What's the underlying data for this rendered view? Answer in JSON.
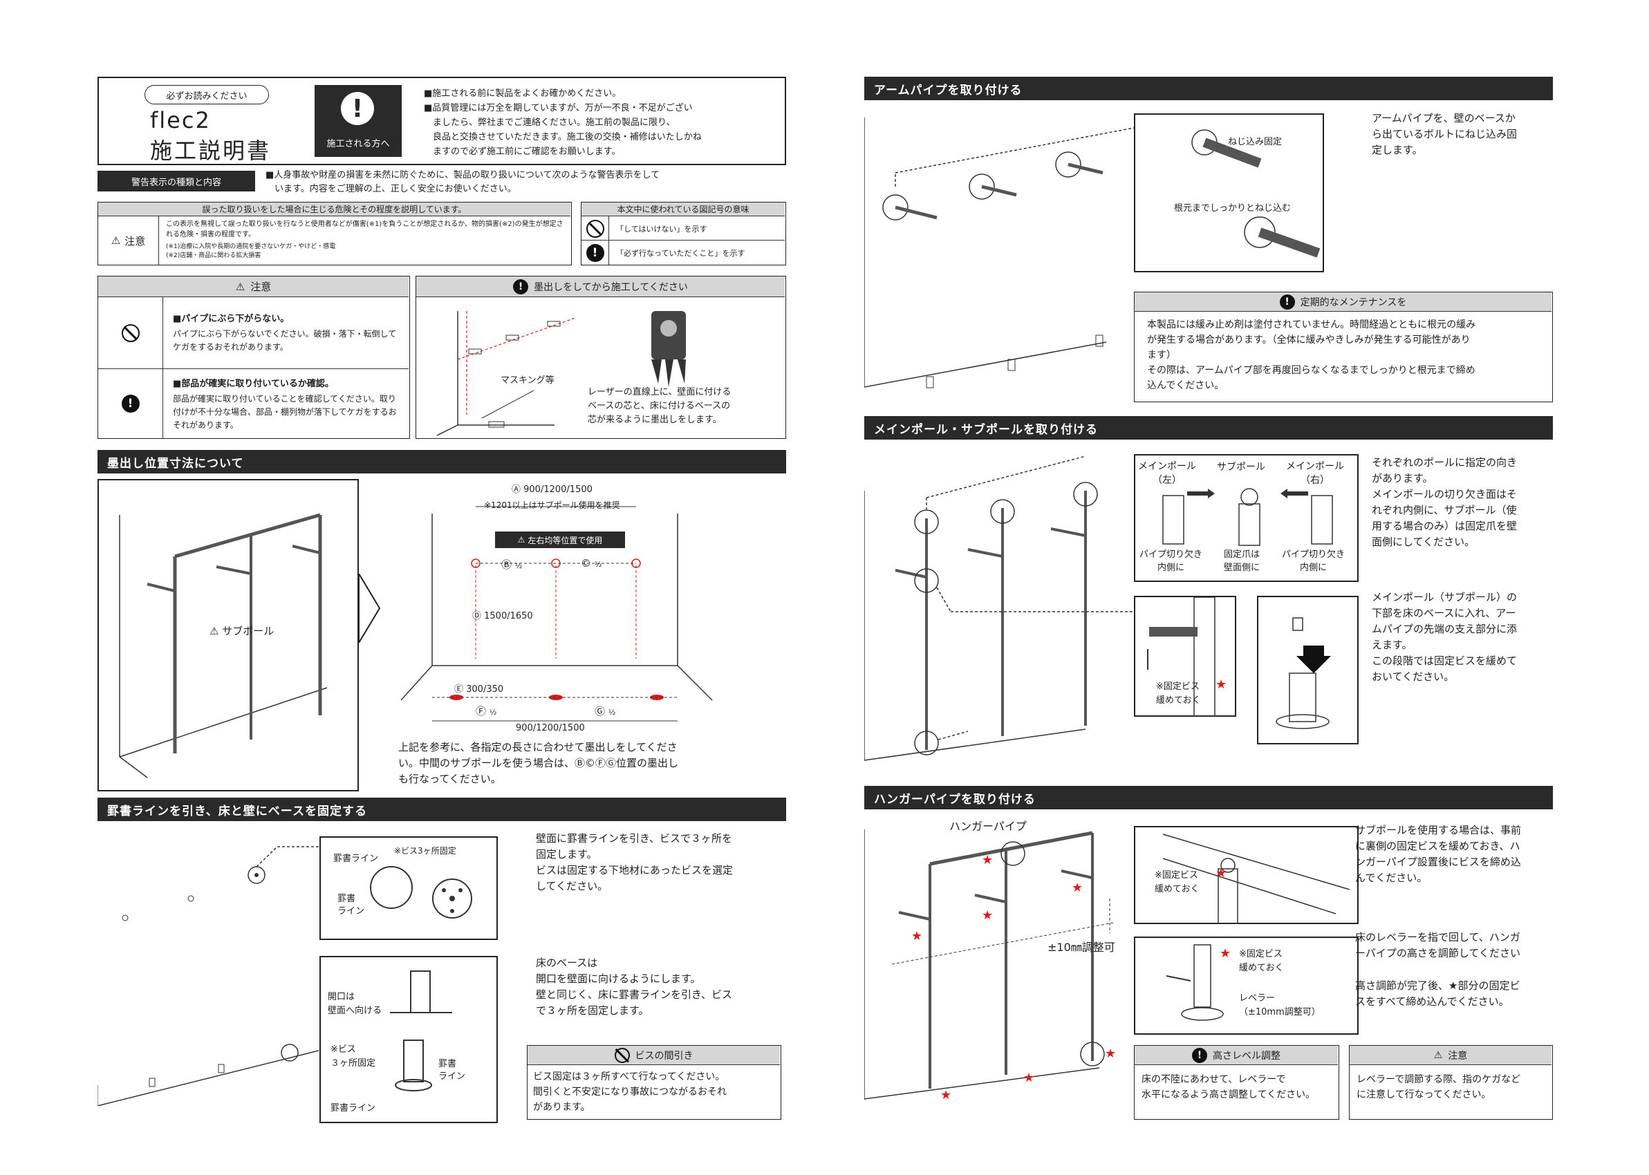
{
  "header": {
    "must_read": "必ずお読みください",
    "product": "flec2",
    "doc_title": "施工説明書",
    "installer_badge": "施工される方へ",
    "intro": "■施工される前に製品をよくお確かめください。\n■品質管理には万全を期していますが、万が一不良・不足がござい\n　ましたら、弊社までご連絡ください。施工前の製品に限り、\n　良品と交換させていただきます。施工後の交換・補修はいたしかね\n　ますので必ず施工前にご確認をお願いします。"
  },
  "warning_types": {
    "label": "警告表示の種類と内容",
    "text": "■人身事故や財産の損害を未然に防ぐために、製品の取り扱いについて次のような警告表示をして\n　います。内容をご理解の上、正しく安全にお使いください。"
  },
  "danger_table": {
    "header": "誤った取り扱いをした場合に生じる危険とその程度を説明しています。",
    "label": "注意",
    "desc": "この表示を無視して誤った取り扱いを行なうと使用者などが傷害(※1)を負うことが想定されるか、物的損害(※2)の発生が想定される危険・損害の程度です。",
    "note1": "(※1)治療に入院や長期の通院を要さないケガ・やけど・感電",
    "note2": "(※2)店舗・商品に関わる拡大損害"
  },
  "symbols_table": {
    "header": "本文中に使われている図記号の意味",
    "prohibit": "「してはいけない」を示す",
    "mandatory": "「必ず行なっていただくこと」を示す"
  },
  "caution_box": {
    "header": "注意",
    "item1_title": "■パイプにぶら下がらない。",
    "item1_body": "パイプにぶら下がらないでください。破損・落下・転倒してケガをするおそれがあります。",
    "item2_title": "■部品が確実に取り付いているか確認。",
    "item2_body": "部品が確実に取り付いていることを確認してください。取り付けが不十分な場合、部品・棚列物が落下してケガをするおそれがあります。"
  },
  "marking_box": {
    "header": "墨出しをしてから施工してください",
    "masking": "マスキング等",
    "desc": "レーザーの直線上に、壁面に付ける\nベースの芯と、床に付けるベースの\n芯が来るように墨出しをします。"
  },
  "dims_section": {
    "title": "墨出し位置寸法について",
    "sub_pole": "サブポール",
    "dim_a": "900/1200/1500",
    "note_1201": "※1201以上はサブポール使用を推奨",
    "equal_pos": "左右均等位置で使用",
    "dim_d": "1500/1650",
    "dim_e": "300/350",
    "dim_fg": "900/1200/1500",
    "half": "1",
    "half_den": "2",
    "desc": "上記を参考に、各指定の長さに合わせて墨出しをしてくださ\nい。中間のサブポールを使う場合は、Ⓑ©ⒻⒼ位置の墨出し\nも行なってください。",
    "letters": [
      "A",
      "B",
      "C",
      "D",
      "E",
      "F",
      "G"
    ]
  },
  "base_section": {
    "title": "罫書ラインを引き、床と壁にベースを固定する",
    "scribe_line": "罫書ライン",
    "screws3": "※ビス3ヶ所固定",
    "scribe_line2": "罫書\nライン",
    "wall_text": "壁面に罫書ラインを引き、ビスで３ヶ所を\n固定します。\nビスは固定する下地材にあったビスを選定\nしてください。",
    "opening": "開口は\n壁面へ向ける",
    "screws3b": "※ビス\n３ヶ所固定",
    "scribe_line3": "罫書\nライン",
    "scribe_line4": "罫書ライン",
    "floor_text": "床のベースは\n開口を壁面に向けるようにします。\n壁と同じく、床に罫書ラインを引き、ビス\nで３ヶ所を固定します。",
    "no_skip_header": "ビスの間引き",
    "no_skip_text": "ビス固定は３ヶ所すべて行なってください。\n間引くと不安定になり事故につながるおそれ\nがあります。"
  },
  "arm_section": {
    "title": "アームパイプを取り付ける",
    "screw_in": "ねじ込み固定",
    "screw_root": "根元までしっかりとねじ込む",
    "text": "アームパイプを、壁のベースか\nら出ているボルトにねじ込み固\n定します。",
    "maint_header": "定期的なメンテナンスを",
    "maint_text": "本製品には緩み止め剤は塗付されていません。時間経過とともに根元の緩み\nが発生する場合があります。（全体に緩みやきしみが発生する可能性があり\nます）\nその際は、アームパイプ部を再度回らなくなるまでしっかりと根元まで締め\n込んでください。"
  },
  "pole_section": {
    "title": "メインポール・サブポールを取り付ける",
    "main_left": "メインポール\n（左）",
    "sub_pole": "サブポール",
    "main_right": "メインポール\n（右）",
    "notch_in": "パイプ切り欠き\n内側に",
    "claw_wall": "固定爪は\n壁面側に",
    "notch_in2": "パイプ切り欠き\n内側に",
    "text1": "それぞれのポールに指定の向き\nがあります。\nメインポールの切り欠き面はそ\nれぞれ内側に、サブポール（使\n用する場合のみ）は固定爪を壁\n面側にしてください。",
    "loosen": "※固定ビス\n緩めておく",
    "text2": "メインポール（サブポール）の\n下部を床のベースに入れ、アー\nムパイプの先端の支え部分に添\nえます。\nこの段階では固定ビスを緩めて\nおいてください。"
  },
  "hanger_section": {
    "title": "ハンガーパイプを取り付ける",
    "hanger_pipe": "ハンガーパイプ",
    "adjust": "±10㎜調整可",
    "loosen": "※固定ビス\n緩めておく",
    "loosen2": "※固定ビス\n緩めておく",
    "leveler": "レベラー\n（±10mm調整可）",
    "text1": "サブポールを使用する場合は、事前\nに裏側の固定ビスを緩めておき、ハ\nンガーパイプ設置後にビスを締め込\nんでください。",
    "text2": "床のレベラーを指で回して、ハンガ\nーパイプの高さを調節してください",
    "text3": "高さ調節が完了後、★部分の固定ビ\nスをすべて締め込んでください。",
    "level_header": "高さレベル調整",
    "level_text": "床の不陸にあわせて、レベラーで\n水平になるよう高さ調整してください。",
    "caution_header": "注意",
    "caution_text": "レベラーで調節する際、指のケガなど\nに注意して行なってください。"
  },
  "colors": {
    "dark": "#2a2a2a",
    "red": "#e0191c",
    "gray": "#d6d6d6"
  }
}
